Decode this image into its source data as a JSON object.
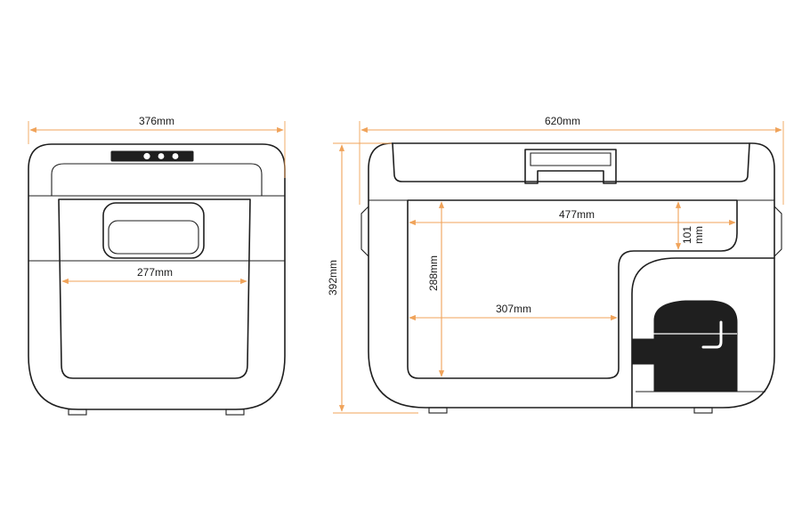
{
  "dimensions": {
    "front_width": "376mm",
    "front_inner_width": "277mm",
    "side_length": "620mm",
    "height": "392mm",
    "inner_length": "477mm",
    "inner_height": "288mm",
    "compressor_step_height_line1": "101",
    "compressor_step_height_line2": "mm",
    "inner_bottom_length": "307mm"
  },
  "colors": {
    "dimension_line": "#f0a35a",
    "outline": "#1f1f1f"
  }
}
